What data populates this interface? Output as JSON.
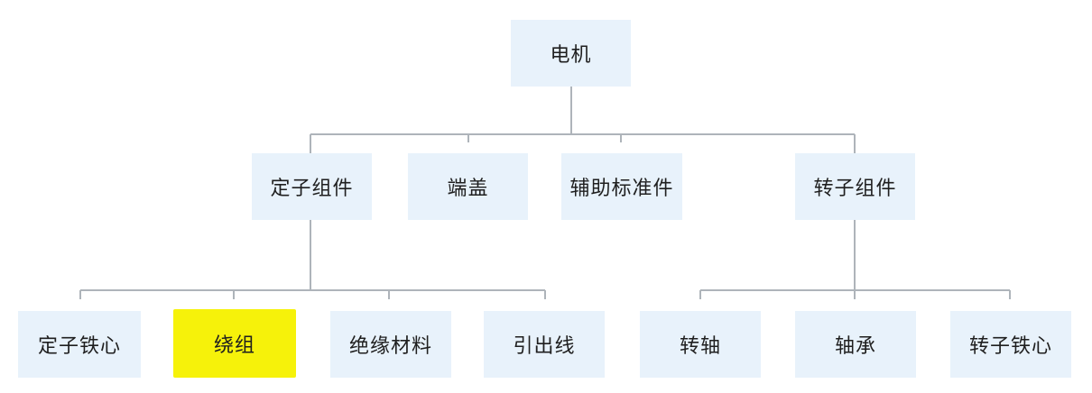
{
  "root": {
    "label": "电机"
  },
  "level1": [
    {
      "id": "stator-assembly",
      "label": "定子组件"
    },
    {
      "id": "end-cover",
      "label": "端盖"
    },
    {
      "id": "auxiliary-standard-parts",
      "label": "辅助标准件"
    },
    {
      "id": "rotor-assembly",
      "label": "转子组件"
    }
  ],
  "level2_stator": [
    {
      "id": "stator-core",
      "label": "定子铁心"
    },
    {
      "id": "winding",
      "label": "绕组",
      "highlighted": true
    },
    {
      "id": "insulation-material",
      "label": "绝缘材料"
    },
    {
      "id": "lead-wire",
      "label": "引出线"
    }
  ],
  "level2_rotor": [
    {
      "id": "rotor-shaft",
      "label": "转轴"
    },
    {
      "id": "bearing",
      "label": "轴承"
    },
    {
      "id": "rotor-core",
      "label": "转子铁心"
    }
  ],
  "colors": {
    "node_fill": "#e8f2fb",
    "highlight_fill": "#f6f20a",
    "connector": "#aeb4ba",
    "text": "#1f1f1f"
  }
}
